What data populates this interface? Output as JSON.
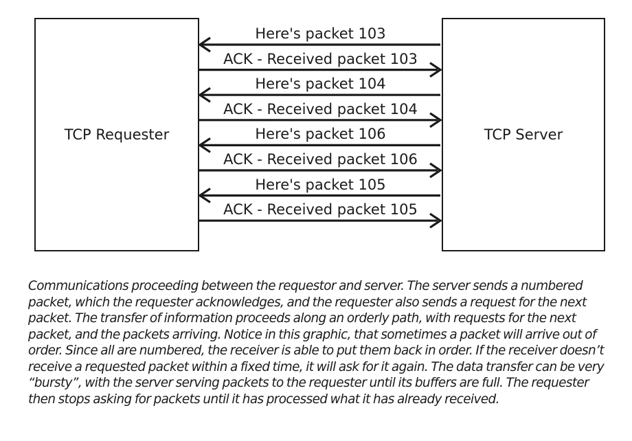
{
  "diagram": {
    "requester_label": "TCP Requester",
    "server_label": "TCP Server",
    "messages": [
      {
        "label": "Here's packet 103",
        "direction": "to-requester"
      },
      {
        "label": "ACK - Received packet 103",
        "direction": "to-server"
      },
      {
        "label": "Here's packet 104",
        "direction": "to-requester"
      },
      {
        "label": "ACK - Received packet 104",
        "direction": "to-server"
      },
      {
        "label": "Here's packet 106",
        "direction": "to-requester"
      },
      {
        "label": "ACK - Received packet 106",
        "direction": "to-server"
      },
      {
        "label": "Here's packet 105",
        "direction": "to-requester"
      },
      {
        "label": "ACK - Received packet 105",
        "direction": "to-server"
      }
    ],
    "line_color": "#1a1a1a"
  },
  "caption": {
    "text": "Communications proceeding between the requestor and server. The server sends a numbered packet, which the requester acknowledges, and the requester also sends a request for the next packet. The transfer of information proceeds along an orderly path, with requests for the next packet, and the packets arriving. Notice in this graphic, that sometimes a packet will arrive out of order. Since all are numbered, the receiver is able to put them back in order. If the receiver doesn’t receive a requested packet within a fixed time, it will ask for it again. The data transfer can be very “bursty”, with the server serving packets to the requester until its buffers are full. The requester then stops asking for packets until it has processed what it has already received."
  }
}
